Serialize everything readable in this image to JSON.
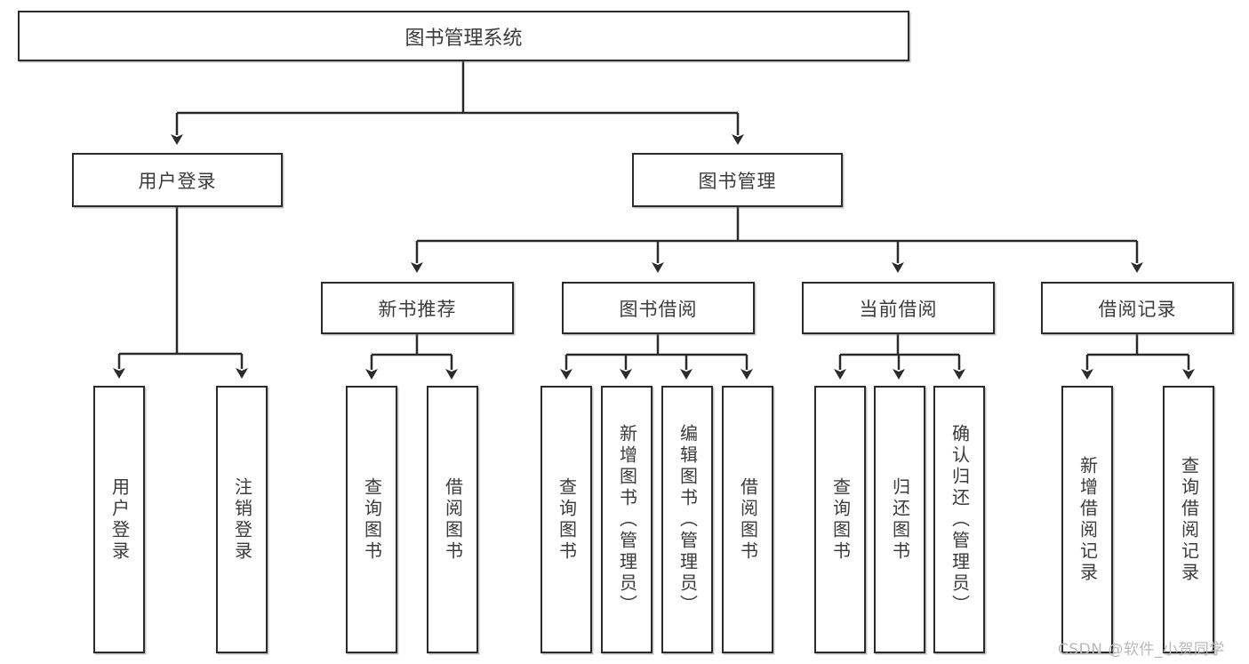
{
  "diagram": {
    "title": "图书管理系统",
    "type": "tree",
    "background_color": "#ffffff",
    "line_color": "#2b2b2b",
    "box_border_color": "#2b2b2b",
    "text_color": "#3b3b3b"
  },
  "root": {
    "label": "图书管理系统"
  },
  "level2": [
    {
      "label": "用户登录"
    },
    {
      "label": "图书管理"
    }
  ],
  "level3": [
    {
      "label": "新书推荐"
    },
    {
      "label": "图书借阅"
    },
    {
      "label": "当前借阅"
    },
    {
      "label": "借阅记录"
    }
  ],
  "leaves": {
    "user_login": [
      {
        "label": "用户登录"
      },
      {
        "label": "注销登录"
      }
    ],
    "new_book_recommend": [
      {
        "label": "查询图书"
      },
      {
        "label": "借阅图书"
      }
    ],
    "book_borrow": [
      {
        "label": "查询图书"
      },
      {
        "label": "新增图书（管理员）"
      },
      {
        "label": "编辑图书（管理员）"
      },
      {
        "label": "借阅图书"
      }
    ],
    "current_borrow": [
      {
        "label": "查询图书"
      },
      {
        "label": "归还图书"
      },
      {
        "label": "确认归还（管理员）"
      }
    ],
    "borrow_record": [
      {
        "label": "新增借阅记录"
      },
      {
        "label": "查询借阅记录"
      }
    ]
  },
  "watermark": {
    "text": "CSDN @软件_小贺同学"
  }
}
